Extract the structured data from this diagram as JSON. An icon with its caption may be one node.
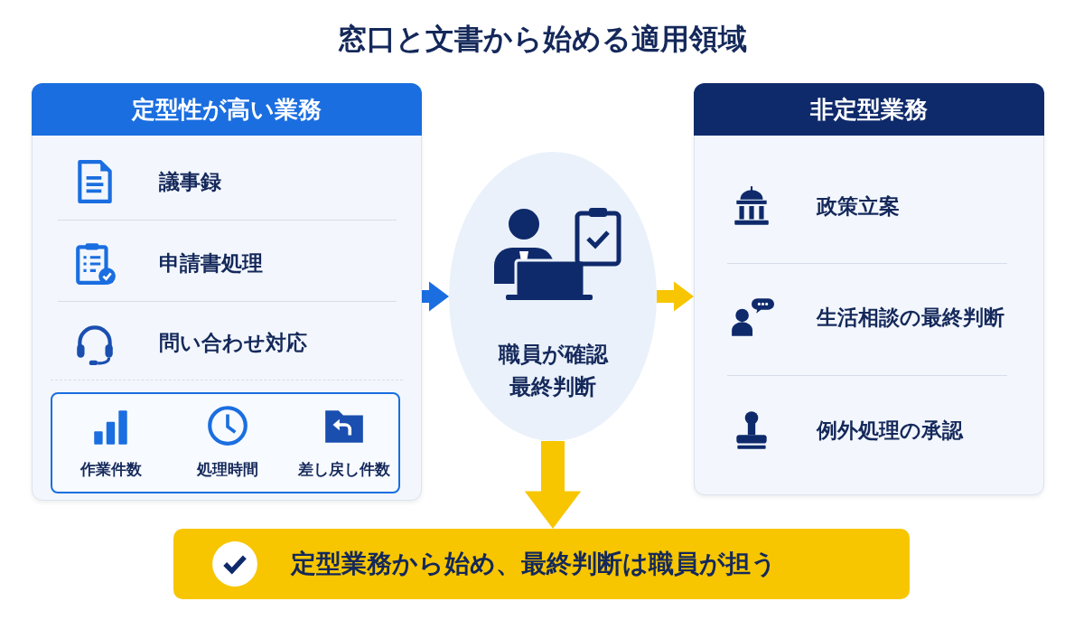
{
  "diagram": {
    "title": "窓口と文書から始める適用領域",
    "nodes": [
      {
        "text": [
          "定型性が高い業務"
        ]
      },
      {
        "text": [
          "議事録"
        ],
        "in": 0
      },
      {
        "text": [
          "申請書処理"
        ],
        "in": 0
      },
      {
        "text": [
          "問い合わせ対応"
        ],
        "in": 0
      },
      {
        "text": [],
        "shape": "box",
        "in": 0
      },
      {
        "text": [
          "作業件数"
        ],
        "in": 4
      },
      {
        "text": [
          "処理時間"
        ],
        "in": 4
      },
      {
        "text": [
          "差し戻し件数"
        ],
        "in": 4
      },
      {
        "text": [
          "職員が確認",
          "最終判断"
        ]
      },
      {
        "text": [
          "非定型業務"
        ]
      },
      {
        "text": [
          "政策立案"
        ],
        "in": 9
      },
      {
        "text": [
          "生活相談の最終判断"
        ],
        "in": 9
      },
      {
        "text": [
          "例外処理の承認"
        ],
        "in": 9
      },
      {
        "text": [
          "定型業務から始め、最終判断は職員が担う"
        ]
      }
    ],
    "edges": [
      {
        "from": 0,
        "to": 8,
        "arrow": "to",
        "color": "#1a6ee0"
      },
      {
        "from": 8,
        "to": 9,
        "arrow": "to"
      },
      {
        "from": 8,
        "to": 13,
        "arrow": "to",
        "style": "thick"
      }
    ]
  }
}
